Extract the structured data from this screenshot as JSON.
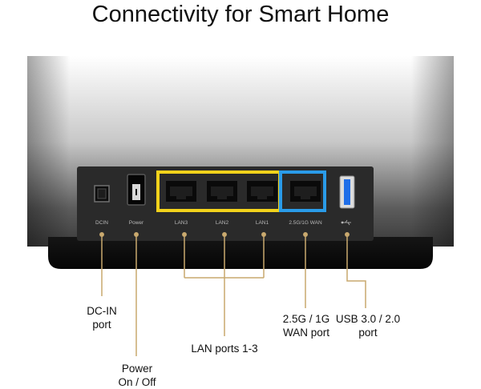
{
  "title": "Connectivity for Smart Home",
  "panel_labels": {
    "dcin": "DCIN",
    "power": "Power",
    "lan3": "LAN3",
    "lan2": "LAN2",
    "lan1": "LAN1",
    "wan": "2.5G/1G WAN"
  },
  "callouts": {
    "dcin": [
      "DC-IN",
      "port"
    ],
    "power": [
      "Power",
      "On / Off"
    ],
    "lan": "LAN ports 1-3",
    "wan": [
      "2.5G / 1G",
      "WAN port"
    ],
    "usb": [
      "USB 3.0 / 2.0",
      "port"
    ]
  },
  "colors": {
    "lan_highlight": "#f2d21b",
    "wan_highlight": "#2a9be8",
    "leader_line": "#c9a96e",
    "panel": "#2a2a2a"
  },
  "icons": {
    "usb": "usb-icon",
    "power_switch": "power-switch-icon",
    "dc_jack": "dc-jack-icon"
  }
}
